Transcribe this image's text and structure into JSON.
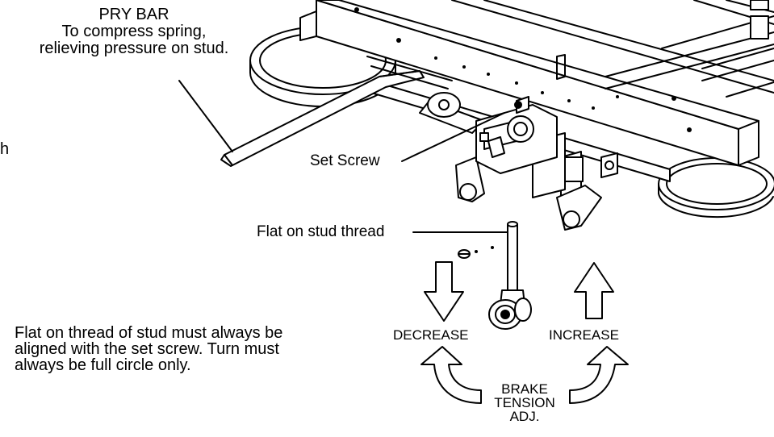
{
  "labels": {
    "pry_bar_title": "PRY BAR",
    "pry_bar_line1": "To compress spring,",
    "pry_bar_line2": "relieving pressure on stud.",
    "edge_letter": "h",
    "set_screw": "Set Screw",
    "flat_on_stud_thread": "Flat on stud thread",
    "decrease": "DECREASE",
    "increase": "INCREASE",
    "note_line1": "Flat on thread of stud must always be",
    "note_line2": "aligned with the set screw.  Turn must",
    "note_line3": "always be full circle only.",
    "brake_line1": "BRAKE",
    "brake_line2": "TENSION",
    "brake_line3": "ADJ."
  }
}
